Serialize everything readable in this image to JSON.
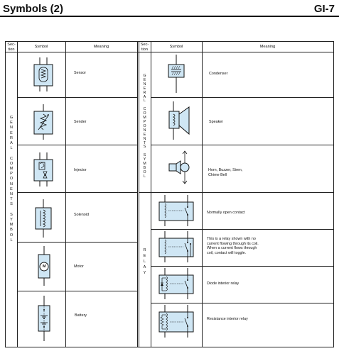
{
  "header": {
    "title": "Symbols (2)",
    "code": "GI-7"
  },
  "columns": {
    "section": "Sec-\ntion",
    "symbol": "Symbol",
    "meaning": "Meaning"
  },
  "left_section_label": "G\nE\nN\nE\nR\nA\nL\n\nC\nO\nM\nP\nO\nN\nE\nN\nT\nS\n\nS\nY\nM\nB\nO\nL",
  "right_section_label_general": "G\nE\nN\nE\nR\nA\nL\n\nC\nO\nM\nP\nO\nN\nE\nN\nT\nS\n\nS\nY\nM\nB\nO\nL",
  "right_section_label_relay": "R\nE\nL\nA\nY",
  "left_rows": [
    {
      "meaning": "Sensor",
      "icon": "sensor-icon"
    },
    {
      "meaning": "Sender",
      "icon": "sender-icon"
    },
    {
      "meaning": "Injector",
      "icon": "injector-icon"
    },
    {
      "meaning": "Solenoid",
      "icon": "solenoid-icon"
    },
    {
      "meaning": "Motor",
      "icon": "motor-icon"
    },
    {
      "meaning": "Battery",
      "icon": "battery-icon"
    }
  ],
  "right_rows": [
    {
      "meaning": "Condenser",
      "icon": "condenser-icon"
    },
    {
      "meaning": "Speaker",
      "icon": "speaker-icon"
    },
    {
      "meaning": "Horn, Buzzer, Siren,\nChime Bell",
      "icon": "horn-icon"
    },
    {
      "meaning": "Normally open contact",
      "icon": "relay-normally-open-icon"
    },
    {
      "meaning": "This is a relay shown with no\ncurrent flowing through its coil.\nWhen a current flows through\ncoil, contact will toggle.",
      "icon": "relay-toggle-icon"
    },
    {
      "meaning": "Diode interior relay",
      "icon": "relay-diode-icon"
    },
    {
      "meaning": "Resistance interior relay",
      "icon": "relay-resistance-icon"
    }
  ],
  "motor_label": "M",
  "colors": {
    "fill": "#cfe6f4",
    "line": "#111111"
  }
}
